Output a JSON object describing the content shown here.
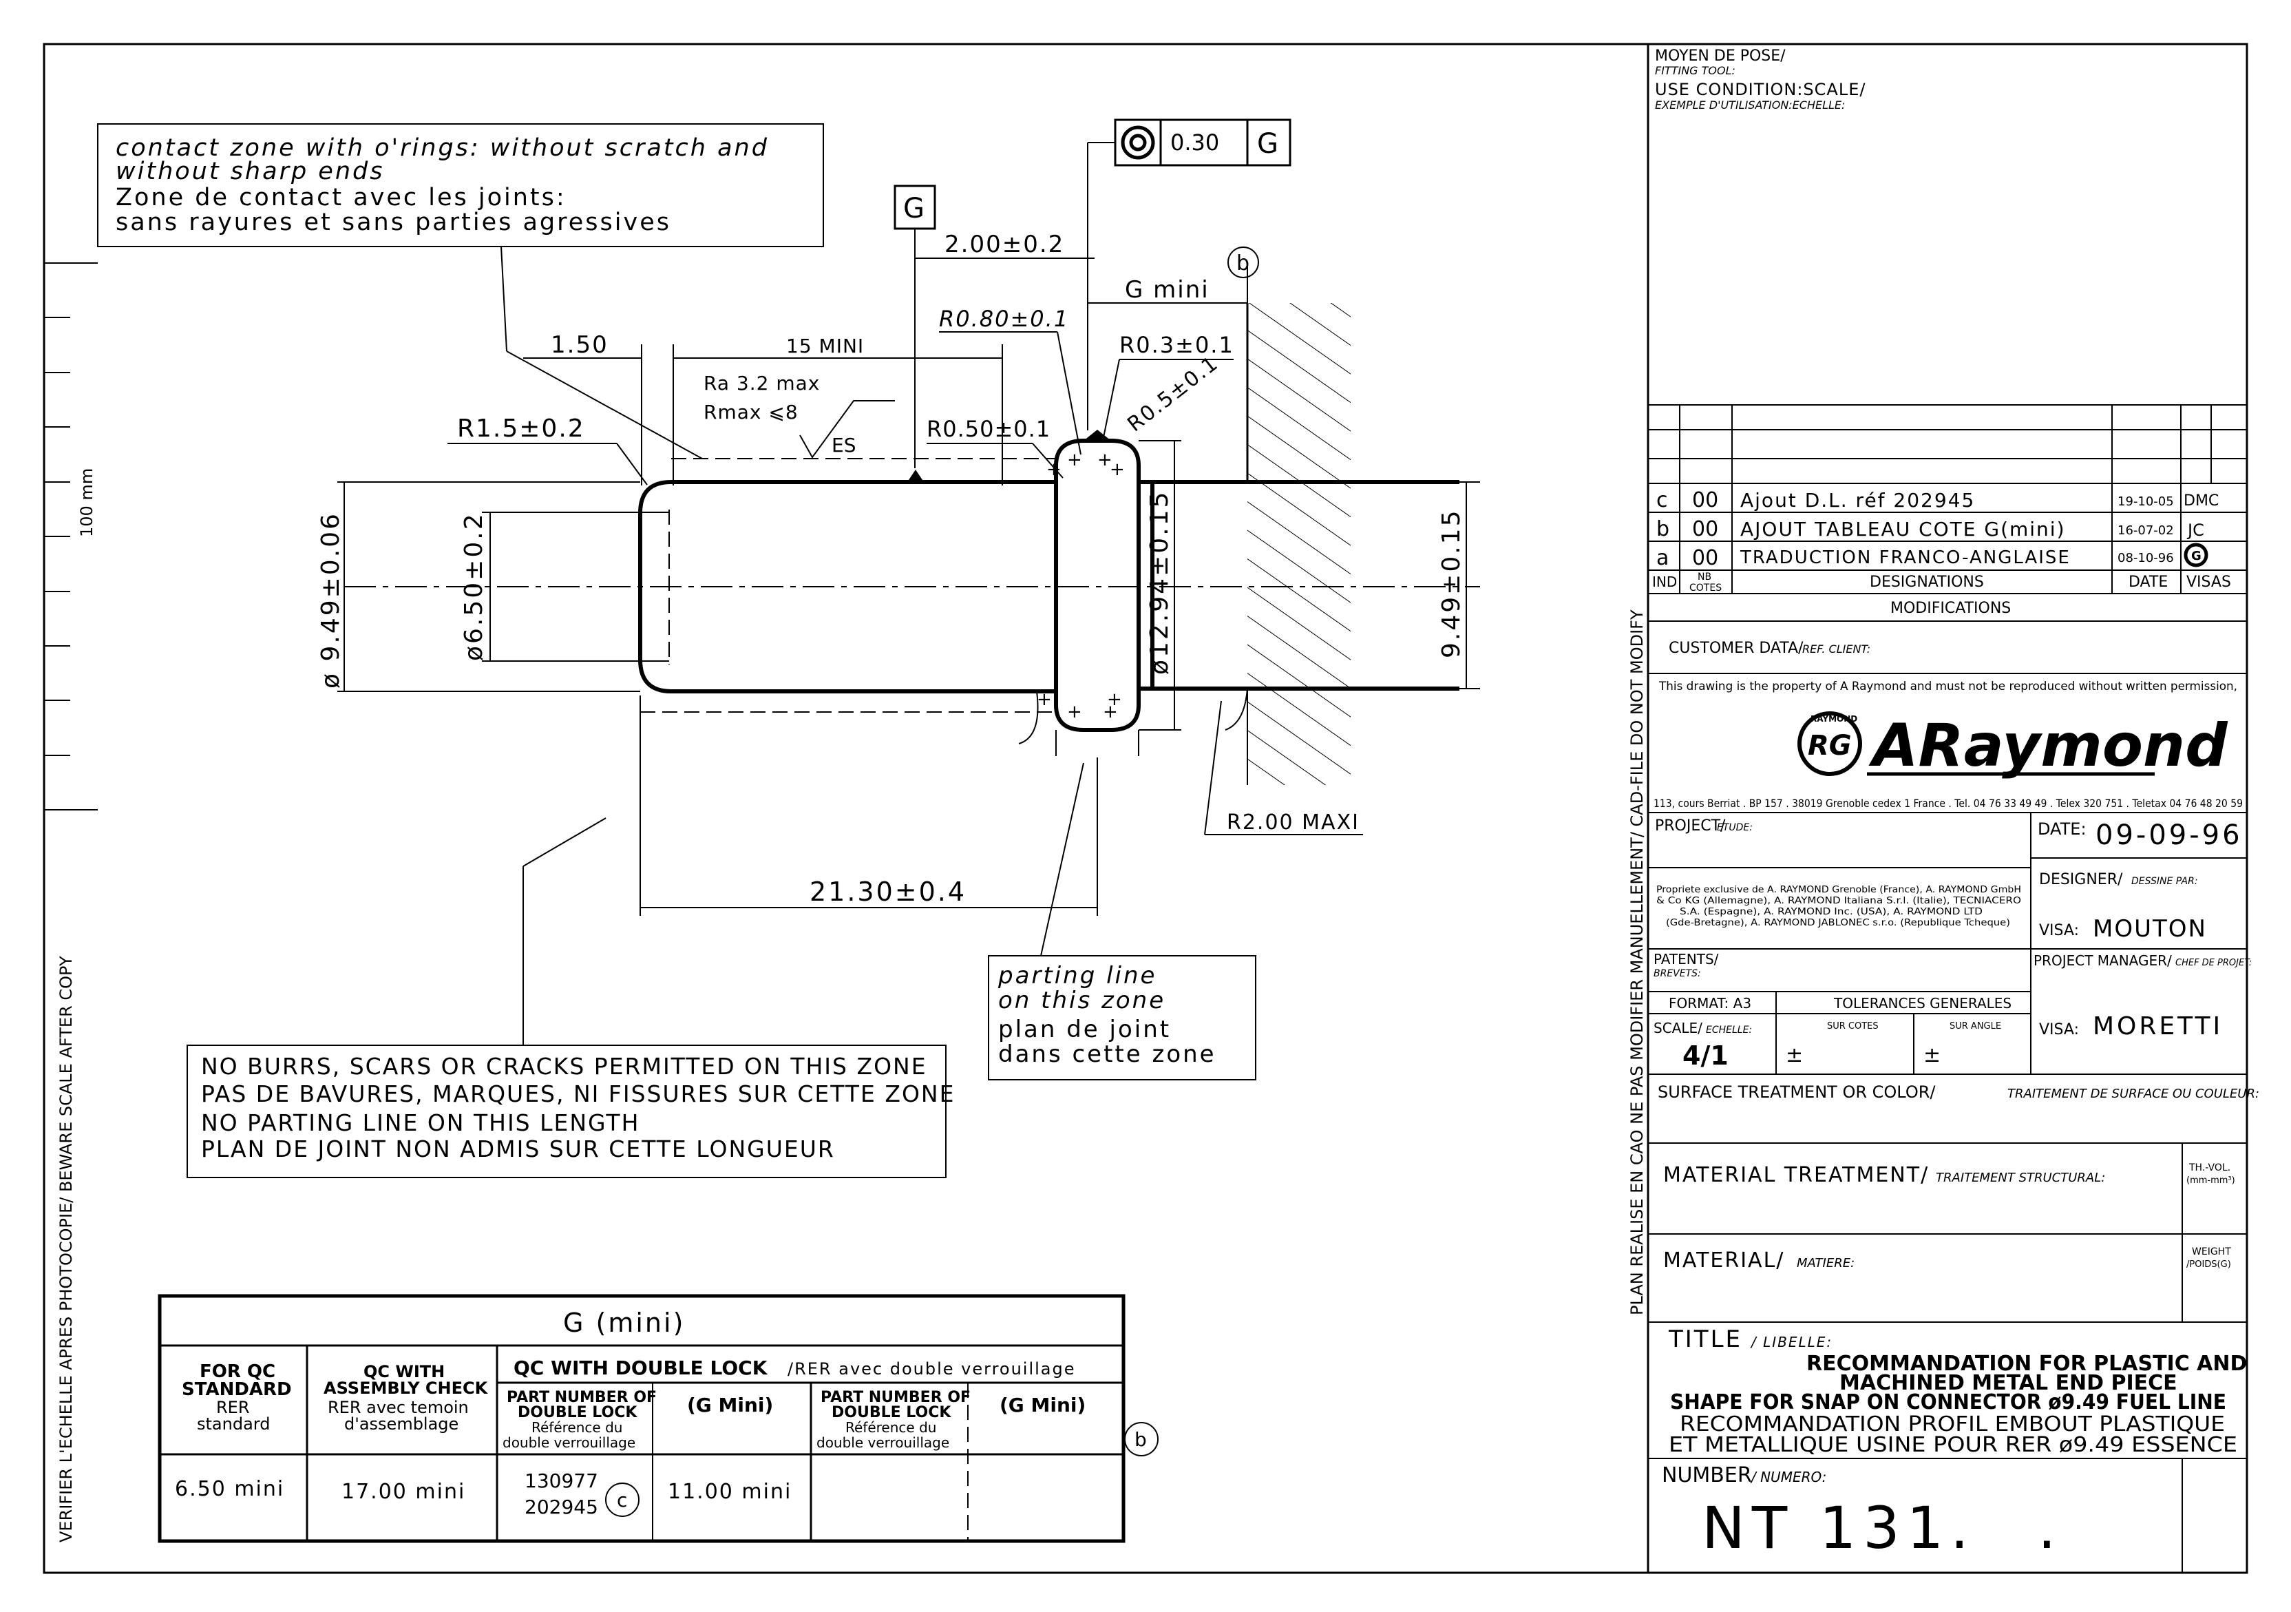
{
  "side_text": {
    "left_vertical": "VERIFIER L'ECHELLE APRES PHOTOCOPIE/ BEWARE SCALE AFTER COPY",
    "scale_100": "100 mm",
    "cad_vertical": "PLAN REALISE EN CAO NE PAS MODIFIER MANUELLEMENT/ CAD-FILE DO NOT MODIFY"
  },
  "notes": {
    "contact": [
      "contact zone with o'rings: without scratch and",
      "without sharp ends",
      "Zone de contact avec les joints:",
      "sans rayures et sans parties agressives"
    ],
    "burrs": [
      "NO BURRS, SCARS OR CRACKS PERMITTED ON THIS ZONE",
      "PAS DE BAVURES, MARQUES, NI FISSURES SUR CETTE ZONE",
      "NO PARTING LINE ON THIS LENGTH",
      "PLAN DE JOINT NON ADMIS SUR CETTE LONGUEUR"
    ],
    "parting": [
      "parting line",
      "on this zone",
      "plan de joint",
      "dans cette zone"
    ]
  },
  "dims": {
    "datum": "G",
    "tol_value": "0.30",
    "tol_datum": "G",
    "d_2_00": "2.00±0.2",
    "g_mini": "G mini",
    "rev_b": "b",
    "r0_80": "R0.80±0.1",
    "r0_3": "R0.3±0.1",
    "r0_5": "R0.5±0.1",
    "d_1_50": "1.50",
    "d_15": "15 MINI",
    "ra1": "Ra 3.2 max",
    "ra2": "Rmax ⩽8",
    "es": "ES",
    "r1_5": "R1.5±0.2",
    "r0_50": "R0.50±0.1",
    "dia_949_left": "ø 9.49±0.06",
    "dia_650": "ø6.50±0.2",
    "dia_1294": "ø12.94±0.15",
    "dia_949_right": "9.49±0.15",
    "len_2130": "21.30±0.4",
    "r2_00": "R2.00 MAXI"
  },
  "table": {
    "title": "G (mini)",
    "col1_h1": "FOR QC",
    "col1_h2": "STANDARD",
    "col1_h3": "RER",
    "col1_h4": "standard",
    "col2_h1": "QC WITH",
    "col2_h2": "ASSEMBLY CHECK",
    "col2_h3": "RER avec temoin",
    "col2_h4": "d'assemblage",
    "double_lock_b": "QC WITH DOUBLE LOCK",
    "double_lock_r": "/RER avec double verrouillage",
    "pn_h1": "PART NUMBER OF",
    "pn_h2": "DOUBLE LOCK",
    "pn_h3": "Référence du",
    "pn_h4": "double verrouillage",
    "gmini_h": "(G Mini)",
    "v1": "6.50 mini",
    "v2": "17.00 mini",
    "pn1": "130977",
    "pn2": "202945",
    "rev_c": "c",
    "v3": "11.00 mini",
    "rev_b": "b"
  },
  "title_block": {
    "fitting_fr": "MOYEN DE POSE/",
    "fitting_en": "FITTING TOOL:",
    "use_en": "USE CONDITION:SCALE/",
    "use_fr": "EXEMPLE D'UTILISATION:ECHELLE:",
    "revisions": [
      {
        "ind": "c",
        "nb": "00",
        "designation": "Ajout D.L. réf 202945",
        "date": "19-10-05",
        "visa": "DMC"
      },
      {
        "ind": "b",
        "nb": "00",
        "designation": "AJOUT TABLEAU COTE G(mini)",
        "date": "16-07-02",
        "visa": "JC"
      },
      {
        "ind": "a",
        "nb": "00",
        "designation": "TRADUCTION FRANCO-ANGLAISE",
        "date": "08-10-96",
        "visa": "G"
      }
    ],
    "h_ind": "IND",
    "h_nb1": "NB",
    "h_nb2": "COTES",
    "h_designations": "DESIGNATIONS",
    "h_date": "DATE",
    "h_visas": "VISAS",
    "modifications": "MODIFICATIONS",
    "customer_en": "CUSTOMER DATA/",
    "customer_fr": "REF. CLIENT:",
    "property": "This drawing is the property of A Raymond and must not be reproduced without written permission,",
    "logo_text": "ARaymond",
    "seal_text": "RG",
    "seal_ring": "RAYMOND",
    "address": "113, cours Berriat . BP 157 . 38019 Grenoble cedex 1 France . Tel. 04 76 33 49 49 . Telex 320 751 . Teletax 04 76 48 20 59",
    "project_en": "PROJECT/",
    "project_fr": "ETUDE:",
    "date_label": "DATE:",
    "date_value": "09-09-96",
    "prop_lines": [
      "Propriete exclusive de A. RAYMOND Grenoble (France), A. RAYMOND GmbH",
      "& Co KG (Allemagne), A. RAYMOND Italiana S.r.l. (Italie), TECNIACERO",
      "S.A. (Espagne), A. RAYMOND Inc. (USA), A. RAYMOND LTD",
      "(Gde-Bretagne), A. RAYMOND JABLONEC s.r.o. (Republique Tcheque)"
    ],
    "designer_en": "DESIGNER/",
    "designer_fr": "DESSINE PAR:",
    "visa_label": "VISA:",
    "designer_visa": "MOUTON",
    "patents_en": "PATENTS/",
    "patents_fr": "BREVETS:",
    "pm_en": "PROJECT MANAGER/",
    "pm_fr": "CHEF DE PROJET:",
    "pm_visa": "MORETTI",
    "format": "FORMAT: A3",
    "tol_gen": "TOLERANCES GENERALES",
    "scale_en": "SCALE/",
    "scale_fr": "ECHELLE:",
    "sur_cotes": "SUR COTES",
    "sur_angle": "SUR ANGLE",
    "scale_value": "4/1",
    "pm1": "±",
    "pm2": "±",
    "surface_en": "SURFACE TREATMENT OR COLOR/",
    "surface_fr": "TRAITEMENT DE SURFACE OU COULEUR:",
    "mat_treat_en": "MATERIAL TREATMENT/",
    "mat_treat_fr": "TRAITEMENT STRUCTURAL:",
    "thvol1": "TH.-VOL.",
    "thvol2": "(mm-mm³)",
    "material_en": "MATERIAL/",
    "material_fr": "MATIERE:",
    "weight1": "WEIGHT",
    "weight2": "/POIDS(G)",
    "title_en": "TITLE",
    "title_fr": "/ LIBELLE:",
    "title_lines": [
      "RECOMMANDATION FOR PLASTIC AND",
      "MACHINED METAL END PIECE",
      "SHAPE FOR SNAP ON CONNECTOR ø9.49 FUEL LINE"
    ],
    "title_fr_lines": [
      "RECOMMANDATION PROFIL EMBOUT PLASTIQUE",
      "ET METALLIQUE USINE POUR RER ø9.49 ESSENCE"
    ],
    "number_en": "NUMBER",
    "number_fr": "/ NUMERO:",
    "number_value": "NT 131.",
    "number_dot": "."
  }
}
